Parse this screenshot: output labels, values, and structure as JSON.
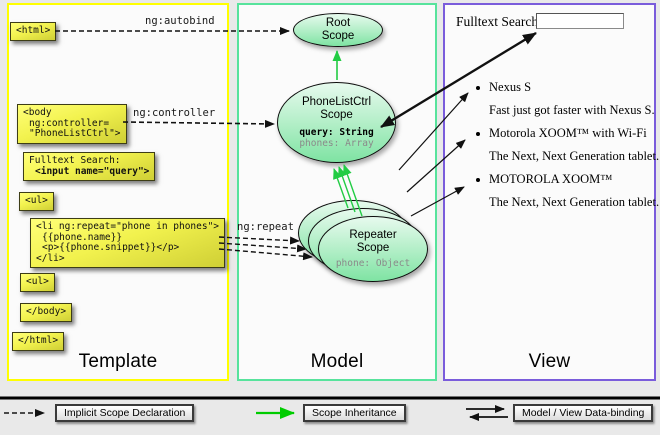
{
  "panels": {
    "template_label": "Template",
    "model_label": "Model",
    "view_label": "View"
  },
  "arrow_labels": {
    "autobind": "ng:autobind",
    "controller": "ng:controller",
    "repeat": "ng:repeat"
  },
  "template_code": {
    "html_open": "<html>",
    "body_open_l1": "<body",
    "body_open_l2": "ng:controller=",
    "body_open_l3": "\"PhoneListCtrl\">",
    "fulltext_l1": "Fulltext Search:",
    "fulltext_l2": "<input name=\"query\">",
    "ul_open": "<ul>",
    "li_l1": "<li ng:repeat=\"phone in phones\">",
    "li_l2": "{{phone.name}}",
    "li_l3": "<p>{{phone.snippet}}</p>",
    "li_l4": "</li>",
    "ul_close": "<ul>",
    "body_close": "</body>",
    "html_close": "</html>"
  },
  "model": {
    "root_scope_l1": "Root",
    "root_scope_l2": "Scope",
    "phonelist_l1": "PhoneListCtrl",
    "phonelist_l2": "Scope",
    "phonelist_prop1": "query: String",
    "phonelist_prop2": "phones: Array",
    "repeater_l1": "Repeater",
    "repeater_l2": "Scope",
    "repeater_prop1": "phone: Object"
  },
  "view": {
    "search_label": "Fulltext Search:",
    "search_value": "",
    "items": [
      {
        "name": "Nexus S",
        "snippet": "Fast just got faster with Nexus S."
      },
      {
        "name": "Motorola XOOM™ with Wi-Fi",
        "snippet": "The Next, Next Generation tablet."
      },
      {
        "name": "MOTOROLA XOOM™",
        "snippet": "The Next, Next Generation tablet."
      }
    ]
  },
  "legend": {
    "implicit": "Implicit Scope Declaration",
    "inheritance": "Scope Inheritance",
    "binding": "Model / View Data-binding"
  },
  "colors": {
    "template_border": "#ffff00",
    "model_border": "#57e39c",
    "view_border": "#7a5cdb",
    "scope_fill_top": "#e7faee",
    "scope_fill_bottom": "#7fe3a3",
    "inheritance_green": "#22cc44",
    "legend_green": "#00cc00"
  }
}
